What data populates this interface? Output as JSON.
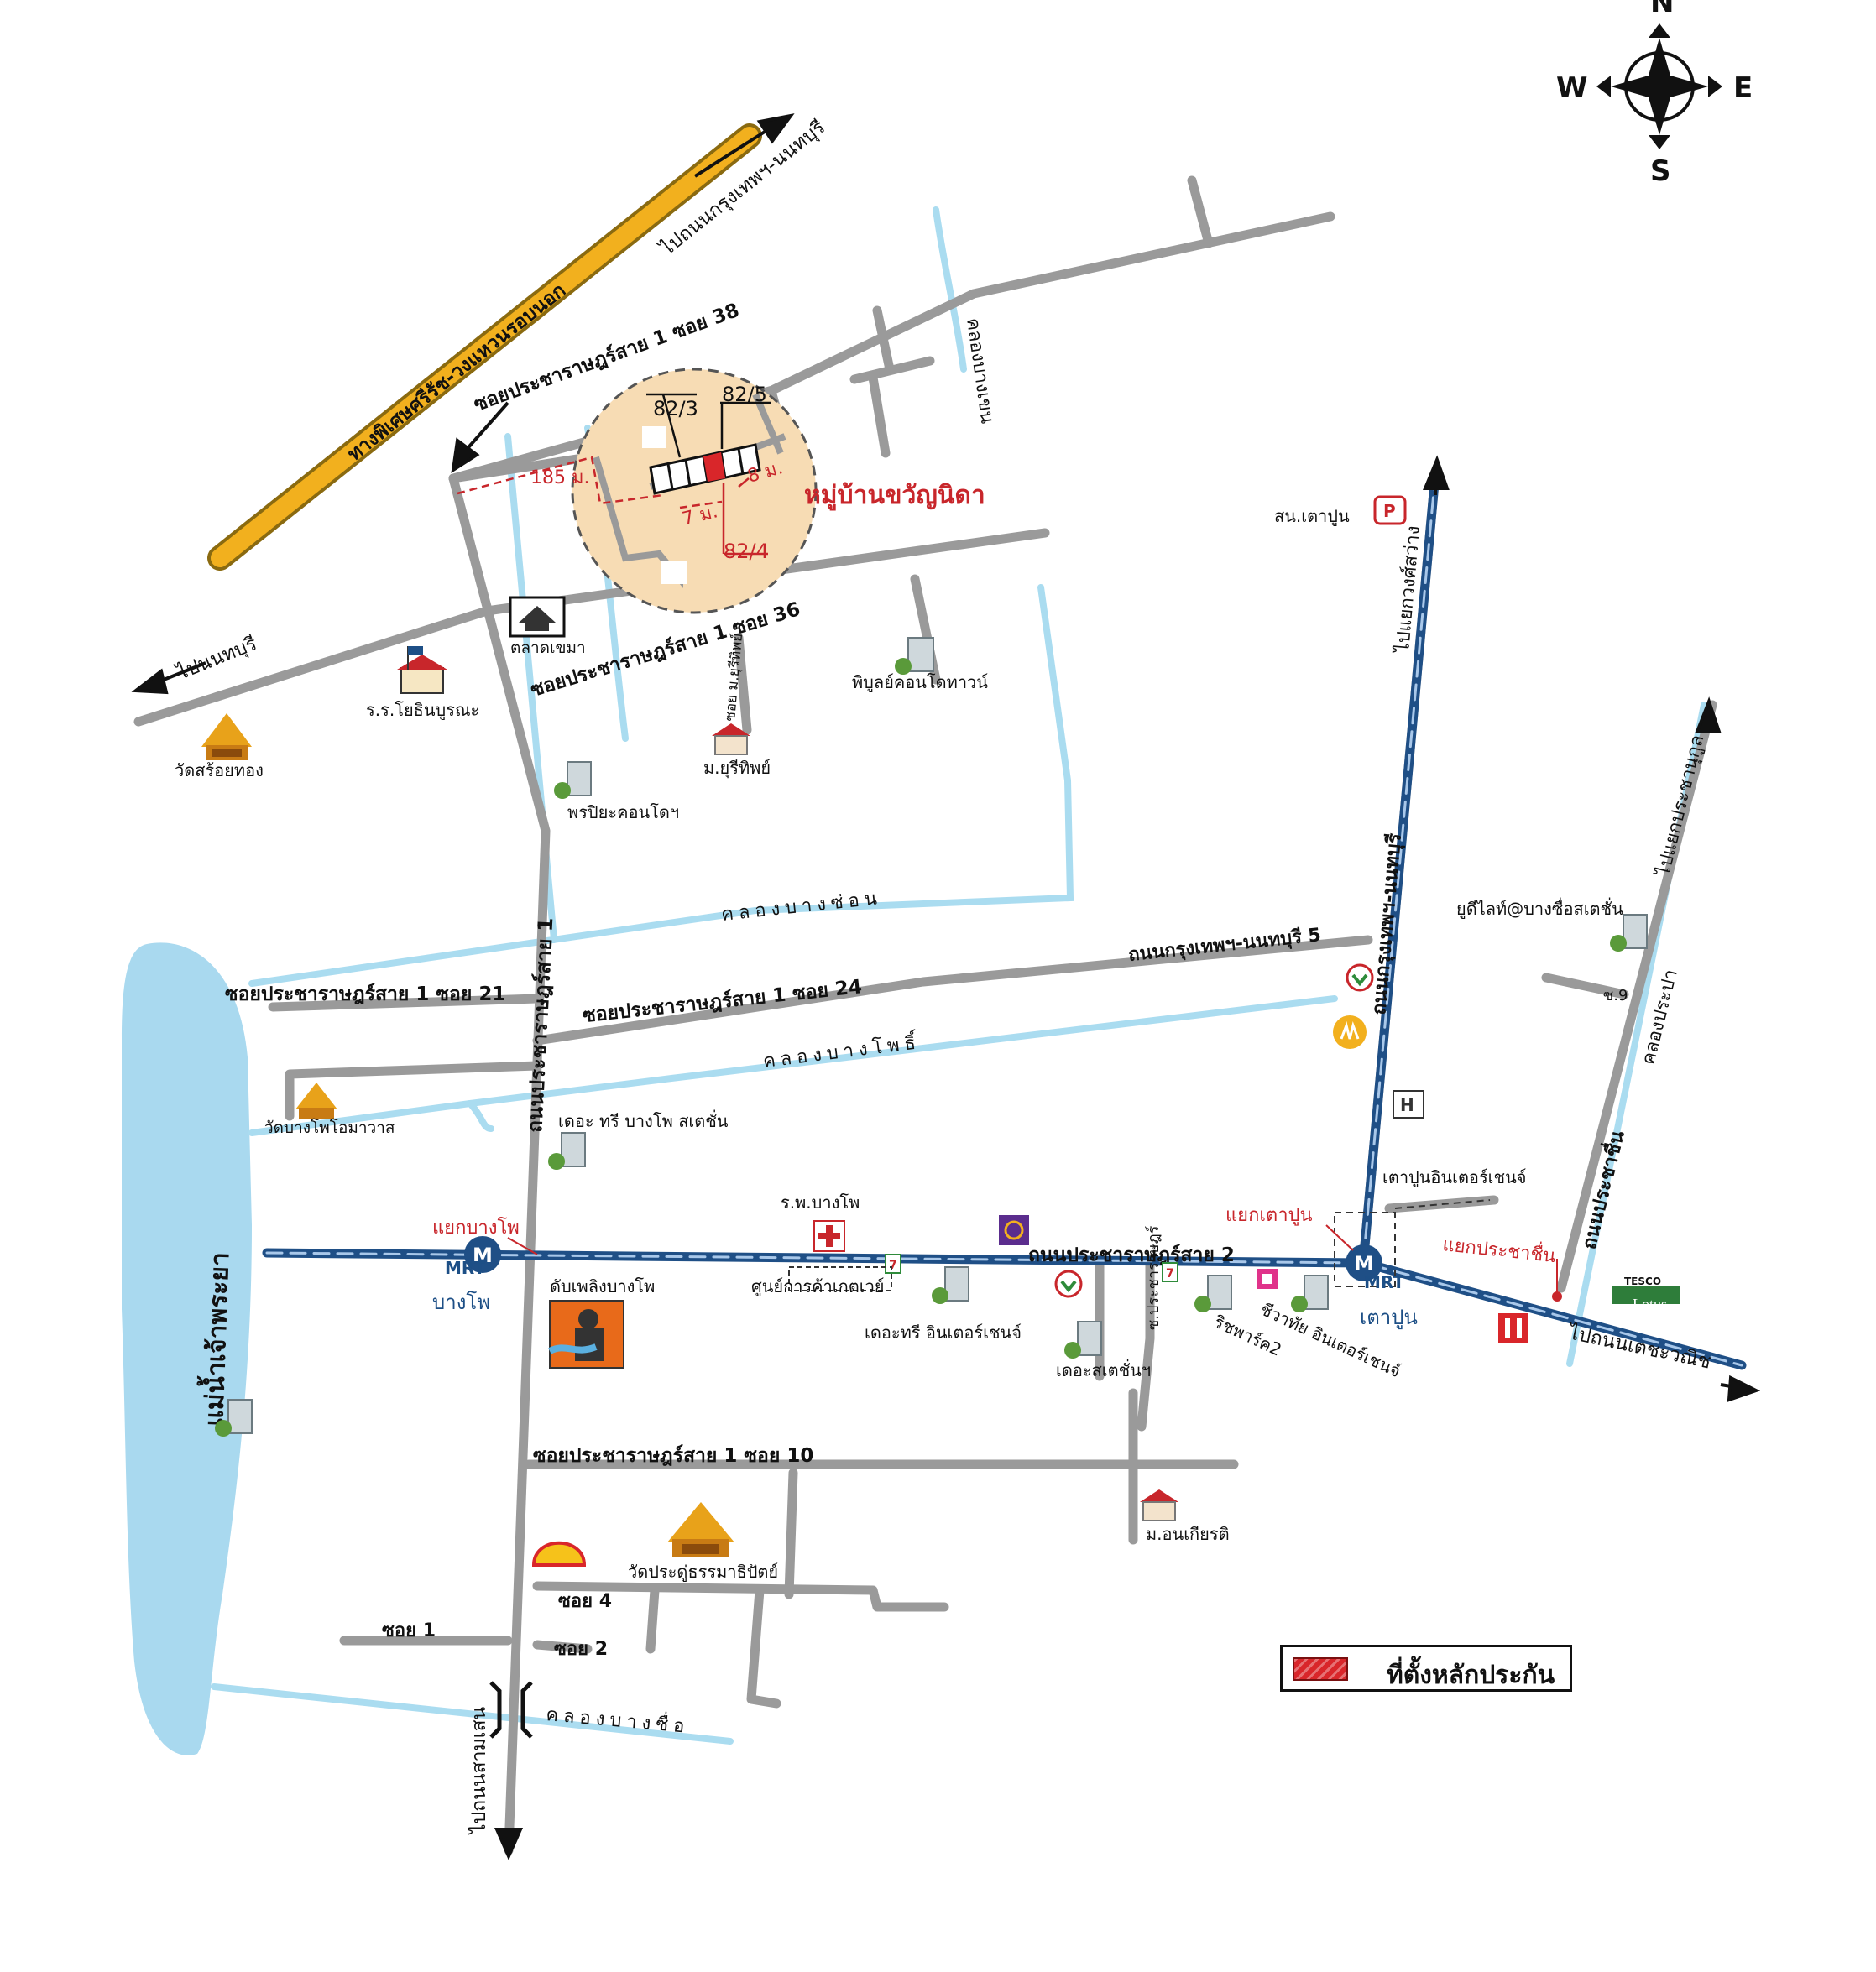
{
  "compass": {
    "north": "N",
    "south": "S",
    "east": "E",
    "west": "W"
  },
  "roads": {
    "expressway": "ทางพิเศษศรีรัช-วงแหวนรอบนอก",
    "to_nonthaburi_road": "ไปถนนกรุงเทพฯ-นนทบุรี",
    "soi38": "ซอยประชาราษฎร์สาย 1 ซอย 38",
    "soi36": "ซอยประชาราษฎร์สาย 1 ซอย 36",
    "to_nonthaburi": "ไปนนทบุรี",
    "pracharat1_road": "ถนนประชาราษฎร์สาย 1",
    "soi21": "ซอยประชาราษฎร์สาย 1 ซอย 21",
    "soi24": "ซอยประชาราษฎร์สาย 1 ซอย 24",
    "bkk_nonthaburi5": "ถนนกรุงเทพฯ-นนทบุรี 5",
    "bkk_nonthaburi_road": "ถนนกรุงเทพฯ-นนทบุรี",
    "to_bang_sue_junction": "ไปแยกวงศ์สว่าง",
    "pracharat2_road": "ถนนประชาราษฎร์สาย 2",
    "prachachuen_road": "ถนนประชาชื่น",
    "to_prachanukul": "ไปแยกประชานุกูล",
    "to_techawanit": "ไปถนนเตชะวณิช",
    "soi10": "ซอยประชาราษฎร์สาย 1 ซอย 10",
    "soi4": "ซอย 4",
    "soi1": "ซอย 1",
    "soi2": "ซอย 2",
    "to_samsen": "ไปถนนสามเสน",
    "soi_m_yurithip": "ซอย ม.ยุรีทิพย์",
    "soi9": "ซ.9",
    "soi_rachawithi": "ซ.ประชาราษฎร์"
  },
  "canals": {
    "bang_khen_upper": "คลองบางเขน",
    "bang_son": "คลองบางซ่อน",
    "bang_pho": "คลองบางโพธิ์",
    "bang_sue": "คลองบางซื่อ",
    "prapa": "คลองประปา",
    "chao_phraya": "แม่น้ำเจ้าพระยา"
  },
  "subject": {
    "village": "หมู่บ้านขวัญนิดา",
    "plot_a": "82/3",
    "plot_b": "82/5",
    "plot_c": "82/4",
    "dist_185": "185 ม.",
    "dist_8": "8 ม.",
    "dist_7": "7 ม."
  },
  "landmarks": {
    "market": "ตลาดเขมา",
    "school": "ร.ร.โยธินบูรณะ",
    "wat_soi_thong": "วัดสร้อยทอง",
    "phiboon_condo": "พิบูลย์คอนโดทาวน์",
    "m_yurithip": "ม.ยุรีทิพย์",
    "phriya_condo": "พรปิยะคอนโดฯ",
    "police": "สน.เตาปูน",
    "u_delight": "ยูดีไลท์@บางซื่อสเตชั่น",
    "wat_bang_pho": "วัดบางโพโอมาวาส",
    "the_tree_bangpho": "เดอะ ทรี บางโพ สเตชั่น",
    "bang_pho_hospital": "ร.พ.บางโพ",
    "fire_station": "ดับเพลิงบางโพ",
    "gateway": "ศูนย์การค้าเกตเวย์",
    "the_tree_inter": "เดอะทรี อินเตอร์เชนจ์",
    "the_station": "เดอะสเตชั่นฯ",
    "richpark2": "ริชพาร์ค2",
    "chewathai": "ชีวาทัย อินเตอร์เชนจ์",
    "taopoon_interchange": "เตาปูนอินเตอร์เชนจ์",
    "m_anukiat": "ม.อนเกียรติ",
    "wat_pradu": "วัดประดู่ธรรมาธิปัตย์",
    "tesco_top": "TESCO",
    "tesco_bottom": "Lotus"
  },
  "junctions": {
    "bang_pho": "แยกบางโพ",
    "tao_poon": "แยกเตาปูน",
    "prachachuen": "แยกประชาชื่น"
  },
  "stations": {
    "mrt_bangpho_code": "MRT",
    "mrt_bangpho_name": "บางโพ",
    "mrt_taopoon_code": "MRT",
    "mrt_taopoon_name": "เตาปูน"
  },
  "legend": {
    "collateral_location": "ที่ตั้งหลักประกัน"
  },
  "colors": {
    "road": "#9a9a9a",
    "expressway": "#f2b01e",
    "canal": "#aadcf0",
    "river": "#a9d9ef",
    "mrt_line": "#1f4f86",
    "subject_circle": "#f7dcb4",
    "subject_marker": "#d9262a"
  }
}
